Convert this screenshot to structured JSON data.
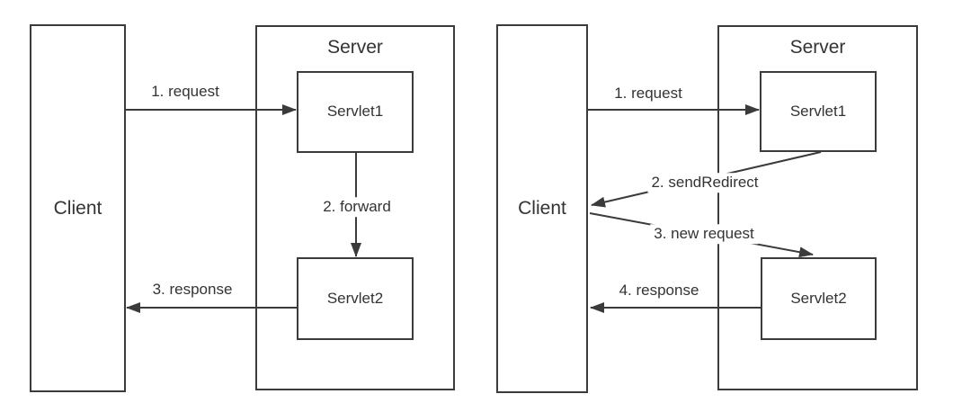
{
  "colors": {
    "line": "#3b3b3b",
    "text": "#333333",
    "bg": "#ffffff"
  },
  "left": {
    "client_label": "Client",
    "server_label": "Server",
    "servlet1_label": "Servlet1",
    "servlet2_label": "Servlet2",
    "arrow1_label": "1. request",
    "arrow2_label": "2. forward",
    "arrow3_label": "3. response"
  },
  "right": {
    "client_label": "Client",
    "server_label": "Server",
    "servlet1_label": "Servlet1",
    "servlet2_label": "Servlet2",
    "arrow1_label": "1. request",
    "arrow2_label": "2. sendRedirect",
    "arrow3_label": "3. new request",
    "arrow4_label": "4. response"
  }
}
